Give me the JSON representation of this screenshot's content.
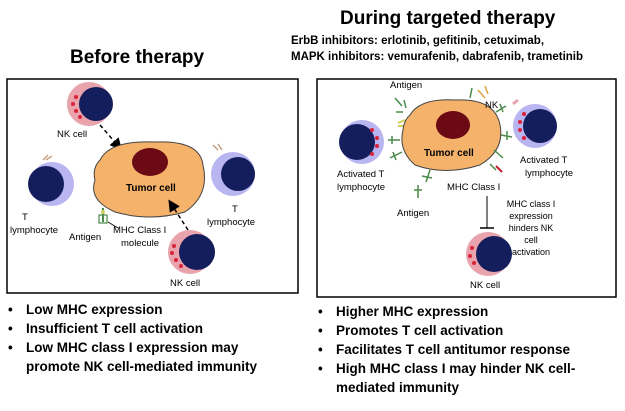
{
  "titles": {
    "before": "Before therapy",
    "during": "During targeted therapy"
  },
  "inhibitors": {
    "line1": "ErbB inhibitors: erlotinib, gefitinib, cetuximab,",
    "line2": "MAPK inhibitors: vemurafenib, dabrafenib, trametinib"
  },
  "left_panel": {
    "nk_top": "NK cell",
    "nk_bottom": "NK cell",
    "tumor": "Tumor cell",
    "t_left_1": "T",
    "t_left_2": "lymphocyte",
    "t_right_1": "T",
    "t_right_2": "lymphocyte",
    "antigen": "Antigen",
    "mhc_1": "MHC Class I",
    "mhc_2": "molecule"
  },
  "right_panel": {
    "antigen_top": "Antigen",
    "antigen_bottom": "Antigen",
    "tumor": "Tumor cell",
    "nk_top": "NK",
    "nk_bottom": "NK cell",
    "act_left_1": "Activated T",
    "act_left_2": "lymphocyte",
    "act_right_1": "Activated T",
    "act_right_2": "lymphocyte",
    "mhc": "MHC Class I",
    "hinder_1": "MHC class I",
    "hinder_2": "expression",
    "hinder_3": "hinders NK",
    "hinder_4": "cell",
    "hinder_5": "activation"
  },
  "bullets_left": [
    "Low MHC expression",
    "Insufficient T cell activation",
    "Low MHC class I expression  may",
    "promote NK cell-mediated immunity"
  ],
  "bullets_right": [
    "Higher MHC expression",
    "Promotes T cell activation",
    "Facilitates T cell antitumor response",
    "High MHC class I may hinder NK cell-",
    "mediated immunity"
  ],
  "colors": {
    "tumor_fill": "#f5b26b",
    "tumor_nucleus": "#6b0a14",
    "nk_ring": "#e8a3ad",
    "t_ring": "#b9b5f0",
    "cell_core": "#141e5c",
    "granule": "#d9233a"
  }
}
